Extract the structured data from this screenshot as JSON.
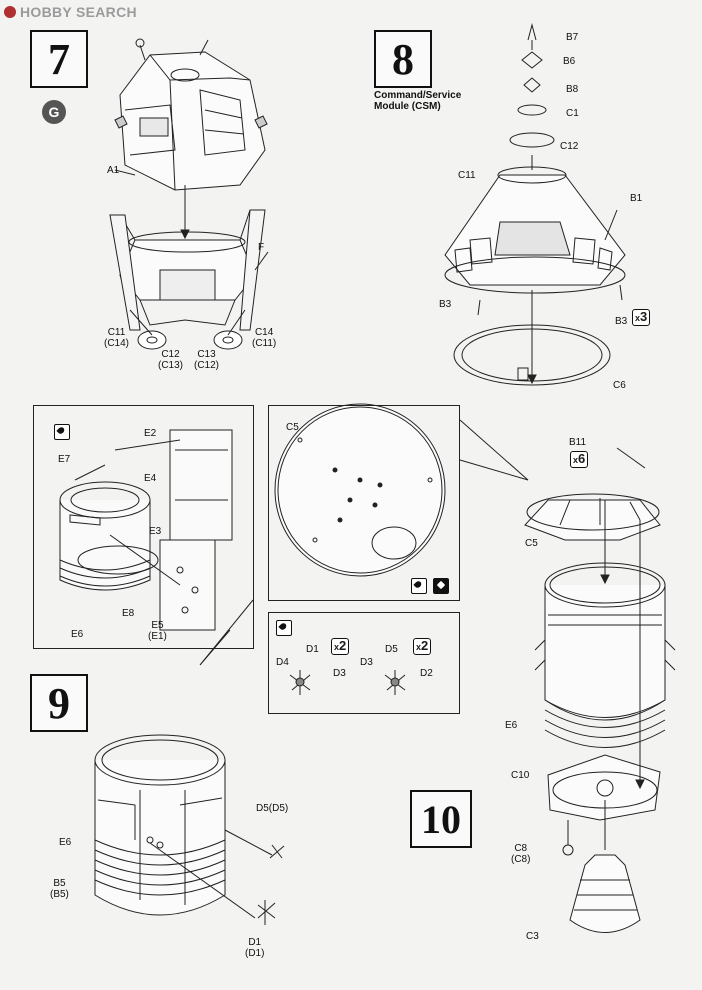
{
  "watermark": {
    "brand": "HOBBY SEARCH"
  },
  "steps": {
    "s7": "7",
    "s8": "8",
    "s9": "9",
    "s10": "10"
  },
  "step8_title": "Command/Service\nModule (CSM)",
  "icons": {
    "g_marker": "G"
  },
  "parts7": {
    "a1": "A1",
    "f": "F",
    "c11": "C11\n(C14)",
    "c12": "C12\n(C13)",
    "c13": "C13\n(C12)",
    "c14": "C14\n(C11)"
  },
  "parts8": {
    "b7": "B7",
    "b6": "B6",
    "b8": "B8",
    "c1": "C1",
    "c12": "C12",
    "c11": "C11",
    "b1": "B1",
    "b3a": "B3",
    "b3b": "B3",
    "c6": "C6",
    "qty_b3": "3"
  },
  "inset_left": {
    "e2": "E2",
    "e7": "E7",
    "e4": "E4",
    "e3": "E3",
    "e6": "E6",
    "e8": "E8",
    "e5": "E5\n(E1)"
  },
  "inset_mid": {
    "c5": "C5"
  },
  "inset_d": {
    "d1a": "D1",
    "d4": "D4",
    "d3a": "D3",
    "d5": "D5",
    "d3b": "D3",
    "d2": "D2",
    "qty_a": "2",
    "qty_b": "2"
  },
  "parts9": {
    "e6": "E6",
    "b5": "B5\n(B5)",
    "d5": "D5(D5)",
    "d1": "D1\n(D1)"
  },
  "parts10": {
    "b11": "B11",
    "c5": "C5",
    "e6": "E6",
    "c10": "C10",
    "c8": "C8\n(C8)",
    "c3": "C3",
    "qty_b11": "6"
  },
  "qty_prefix": "x"
}
